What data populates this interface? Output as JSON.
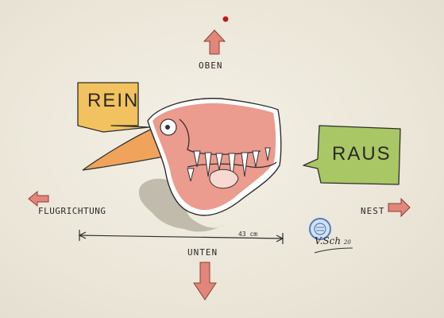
{
  "labels": {
    "oben": "OBEN",
    "unten": "UNTEN",
    "flugrichtung": "FLUGRICHTUNG",
    "nest": "NEST",
    "measurement": "43 cm"
  },
  "bubbles": {
    "rein": "REIN",
    "raus": "RAUS"
  },
  "signature": {
    "name": "V.Sch",
    "year": "20"
  },
  "colors": {
    "paper": "#efeadf",
    "arrow_fill": "#e2857a",
    "rein_bubble": "#f1c25f",
    "raus_bubble": "#a9c765",
    "bird_body": "#ec9b8f",
    "beak": "#f0a35a",
    "shadow": "#b8b3a3",
    "pin": "#c0191b",
    "stamp": "#4d7fbf"
  }
}
